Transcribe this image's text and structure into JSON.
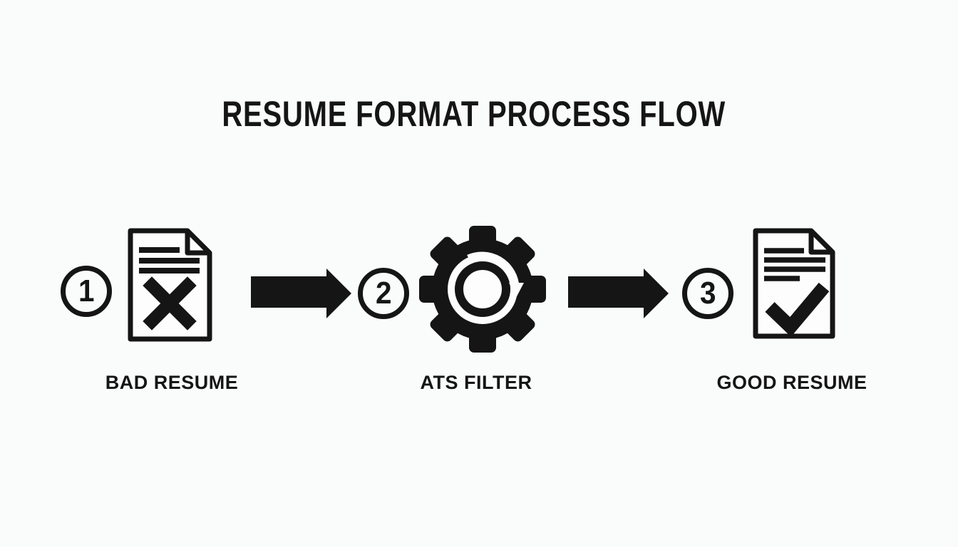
{
  "colors": {
    "background": "#fafbfb",
    "ink": "#151515"
  },
  "title": "RESUME FORMAT PROCESS FLOW",
  "steps": [
    {
      "number": "1",
      "label": "BAD RESUME",
      "icon": "document-x-icon"
    },
    {
      "number": "2",
      "label": "ATS FILTER",
      "icon": "gear-sync-icon"
    },
    {
      "number": "3",
      "label": "GOOD RESUME",
      "icon": "document-check-icon"
    }
  ],
  "connectors": [
    {
      "icon": "arrow-right-icon"
    },
    {
      "icon": "arrow-right-icon"
    }
  ]
}
